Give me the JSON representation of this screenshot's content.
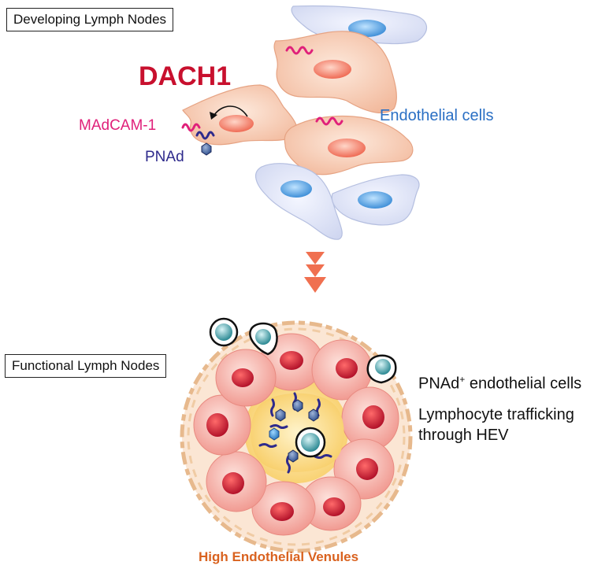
{
  "top_section": {
    "title": "Developing Lymph Nodes"
  },
  "labels": {
    "dach1": "DACH1",
    "madcam": "MAdCAM-1",
    "pnad": "PNAd",
    "endothelial": "Endothelial cells"
  },
  "bottom_section": {
    "title": "Functional Lymph Nodes",
    "pnad_prefix": "PNAd",
    "pnad_sup": "+",
    "pnad_suffix": " endothelial cells",
    "trafficking_line1": "Lymphocyte trafficking",
    "trafficking_line2": "through HEV",
    "hev_caption": "High Endothelial Venules"
  },
  "colors": {
    "dach1": "#c8102e",
    "madcam": "#e0207a",
    "pnad": "#2e2a8c",
    "endothelial_text": "#2a6fc4",
    "hev_caption": "#d9621f",
    "arrow": "#f07050"
  }
}
